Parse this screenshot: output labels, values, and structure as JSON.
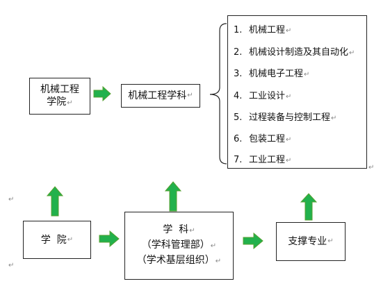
{
  "paragraph_mark": "↵",
  "colors": {
    "arrow_fill": "#22B14C",
    "arrow_stroke": "#55A030",
    "border": "#222222"
  },
  "college_major": {
    "line1": "机械工程",
    "line2": "学院"
  },
  "discipline": {
    "label": "机械工程学科"
  },
  "majors": [
    {
      "num": "1.",
      "name": "机械工程"
    },
    {
      "num": "2.",
      "name": "机械设计制造及其自动化"
    },
    {
      "num": "3.",
      "name": "机械电子工程"
    },
    {
      "num": "4.",
      "name": "工业设计"
    },
    {
      "num": "5.",
      "name": "过程装备与控制工程"
    },
    {
      "num": "6.",
      "name": "包装工程"
    },
    {
      "num": "7.",
      "name": "工业工程"
    }
  ],
  "college": {
    "label": "学  院"
  },
  "subject": {
    "line1": "学  科",
    "line2": "（学科管理部）",
    "line3": "（学术基层组织）"
  },
  "support": {
    "label": "支撑专业"
  }
}
